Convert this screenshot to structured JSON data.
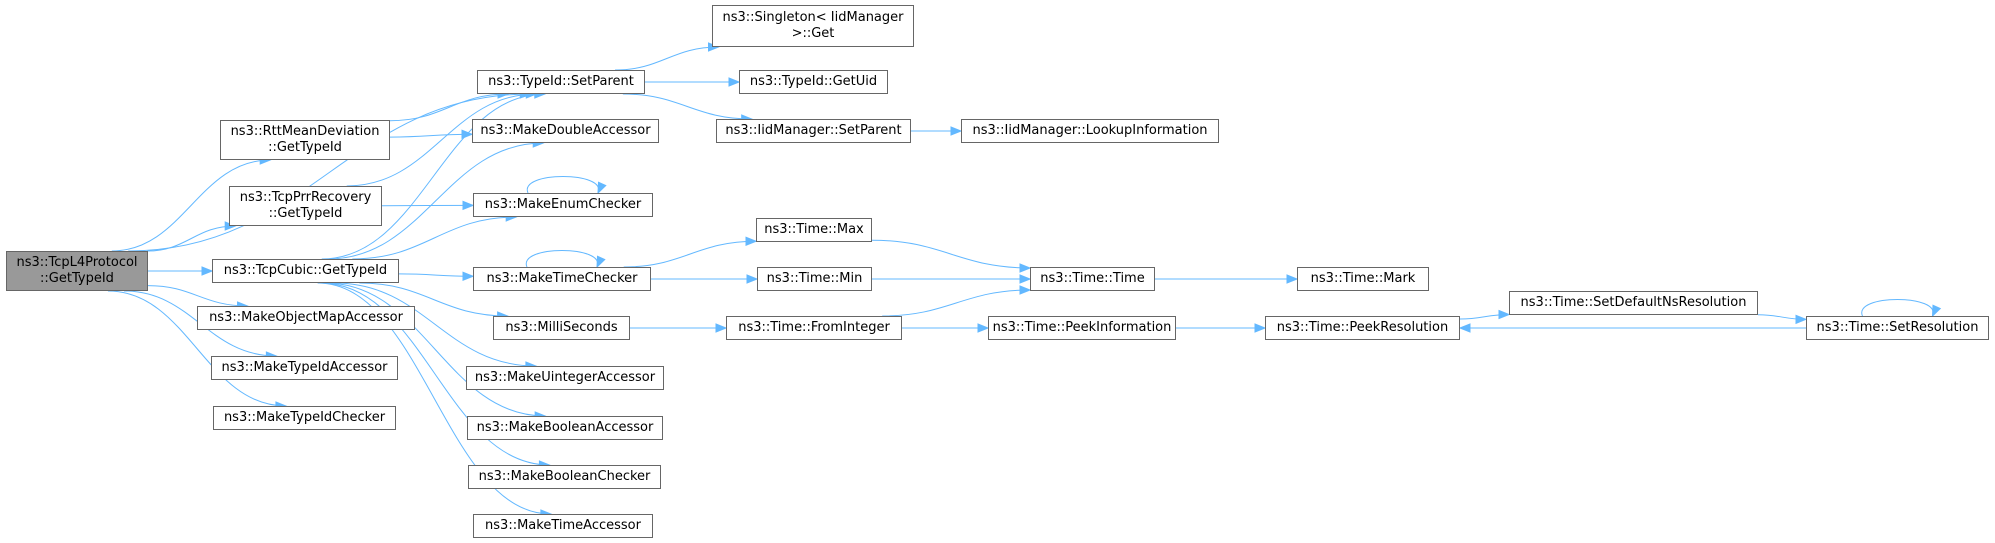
{
  "edge_color": "#63b8ff",
  "node_border_color": "#666666",
  "root_fill_color": "#999999",
  "nodes": {
    "root": "ns3::TcpL4Protocol\n::GetTypeId",
    "rtt": "ns3::RttMeanDeviation\n::GetTypeId",
    "prr": "ns3::TcpPrrRecovery\n::GetTypeId",
    "cubic": "ns3::TcpCubic::GetTypeId",
    "objmap": "ns3::MakeObjectMapAccessor",
    "tidacc": "ns3::MakeTypeIdAccessor",
    "tidchk": "ns3::MakeTypeIdChecker",
    "setparent": "ns3::TypeId::SetParent",
    "dblacc": "ns3::MakeDoubleAccessor",
    "enumchk": "ns3::MakeEnumChecker",
    "timechk": "ns3::MakeTimeChecker",
    "millis": "ns3::MilliSeconds",
    "uintacc": "ns3::MakeUintegerAccessor",
    "boolacc": "ns3::MakeBooleanAccessor",
    "boolchk": "ns3::MakeBooleanChecker",
    "timeacc": "ns3::MakeTimeAccessor",
    "singleton": "ns3::Singleton< IidManager\n>::Get",
    "getuid": "ns3::TypeId::GetUid",
    "iidsetparent": "ns3::IidManager::SetParent",
    "lookup": "ns3::IidManager::LookupInformation",
    "tmax": "ns3::Time::Max",
    "tmin": "ns3::Time::Min",
    "fromint": "ns3::Time::FromInteger",
    "time": "ns3::Time::Time",
    "mark": "ns3::Time::Mark",
    "peekinfo": "ns3::Time::PeekInformation",
    "peekres": "ns3::Time::PeekResolution",
    "setdefres": "ns3::Time::SetDefaultNsResolution",
    "setres": "ns3::Time::SetResolution"
  },
  "edges": [
    [
      "root",
      "setparent"
    ],
    [
      "root",
      "rtt"
    ],
    [
      "root",
      "prr"
    ],
    [
      "root",
      "cubic"
    ],
    [
      "root",
      "objmap"
    ],
    [
      "root",
      "tidacc"
    ],
    [
      "root",
      "tidchk"
    ],
    [
      "rtt",
      "setparent"
    ],
    [
      "rtt",
      "dblacc"
    ],
    [
      "prr",
      "setparent"
    ],
    [
      "prr",
      "enumchk"
    ],
    [
      "cubic",
      "setparent"
    ],
    [
      "cubic",
      "dblacc"
    ],
    [
      "cubic",
      "enumchk"
    ],
    [
      "cubic",
      "timechk"
    ],
    [
      "cubic",
      "millis"
    ],
    [
      "cubic",
      "uintacc"
    ],
    [
      "cubic",
      "boolacc"
    ],
    [
      "cubic",
      "boolchk"
    ],
    [
      "cubic",
      "timeacc"
    ],
    [
      "setparent",
      "singleton"
    ],
    [
      "setparent",
      "getuid"
    ],
    [
      "setparent",
      "iidsetparent"
    ],
    [
      "iidsetparent",
      "lookup"
    ],
    [
      "enumchk",
      "enumchk"
    ],
    [
      "timechk",
      "timechk"
    ],
    [
      "timechk",
      "tmax"
    ],
    [
      "timechk",
      "tmin"
    ],
    [
      "tmax",
      "time"
    ],
    [
      "tmin",
      "time"
    ],
    [
      "millis",
      "fromint"
    ],
    [
      "fromint",
      "time"
    ],
    [
      "fromint",
      "peekinfo"
    ],
    [
      "time",
      "mark"
    ],
    [
      "peekinfo",
      "peekres"
    ],
    [
      "peekres",
      "setdefres"
    ],
    [
      "setdefres",
      "setres"
    ],
    [
      "setres",
      "peekres"
    ],
    [
      "setres",
      "setres"
    ]
  ]
}
